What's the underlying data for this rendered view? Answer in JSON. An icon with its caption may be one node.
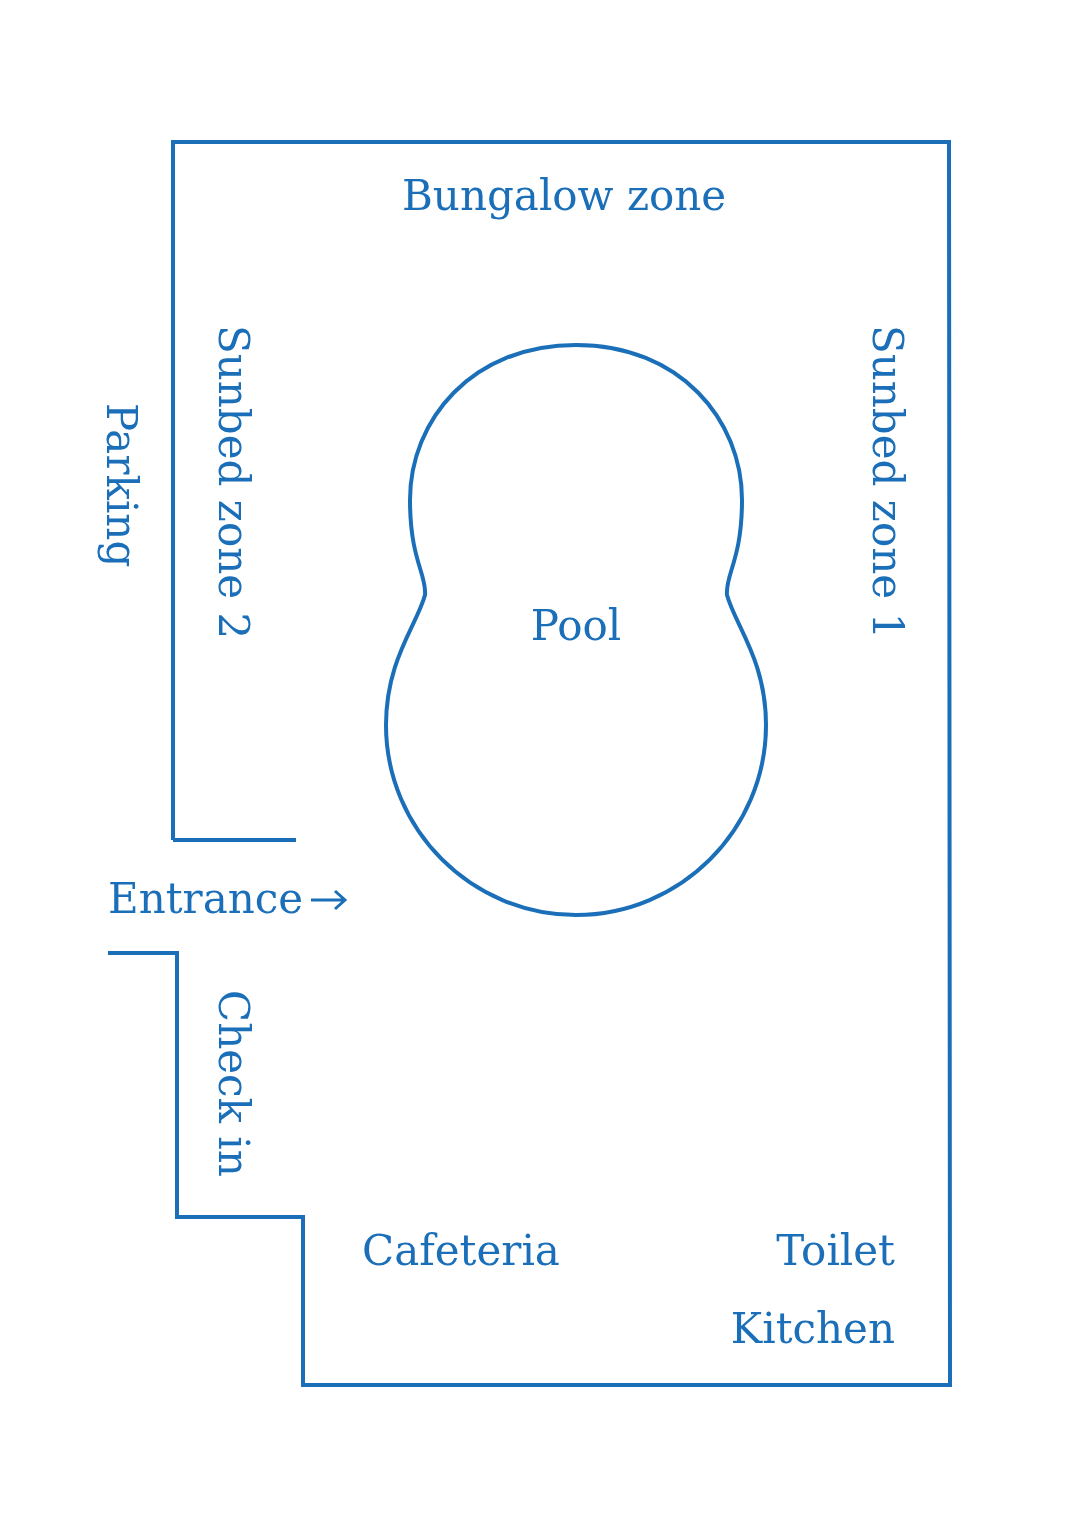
{
  "diagram": {
    "nodes": [
      {
        "text": [
          "Pool"
        ]
      }
    ],
    "labels": [
      "Bungalow zone",
      "Parking",
      "Sunbed zone 2",
      "Sunbed zone 1",
      "Entrance",
      "Check in",
      "Cafeteria",
      "Toilet",
      "Kitchen"
    ]
  }
}
